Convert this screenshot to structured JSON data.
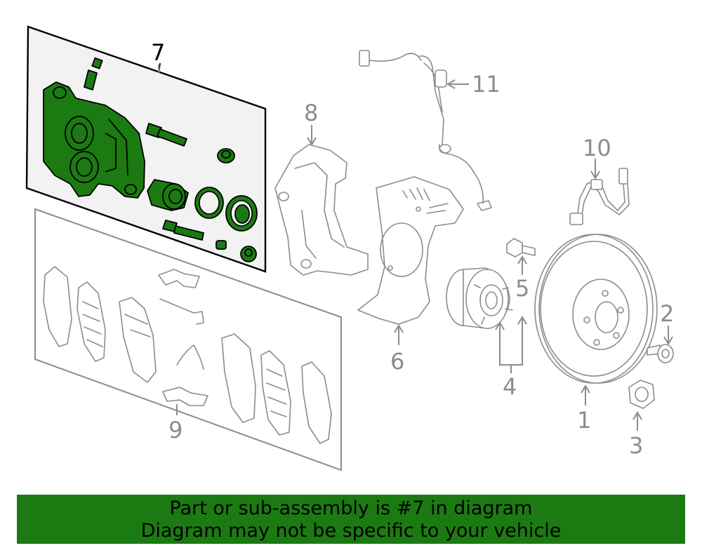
{
  "diagram": {
    "callouts": [
      {
        "id": "1",
        "label": "1"
      },
      {
        "id": "2",
        "label": "2"
      },
      {
        "id": "3",
        "label": "3"
      },
      {
        "id": "4",
        "label": "4"
      },
      {
        "id": "5",
        "label": "5"
      },
      {
        "id": "6",
        "label": "6"
      },
      {
        "id": "7",
        "label": "7"
      },
      {
        "id": "8",
        "label": "8"
      },
      {
        "id": "9",
        "label": "9"
      },
      {
        "id": "10",
        "label": "10"
      },
      {
        "id": "11",
        "label": "11"
      }
    ],
    "highlighted_part": "7",
    "highlight_color": "#1c7a12",
    "line_color": "#8c8c8c",
    "icons": [
      "brake-caliper-assembly",
      "pad-kit",
      "caliper-bracket",
      "dust-shield",
      "wheel-hub",
      "hub-bolt",
      "brake-rotor",
      "rotor-screw",
      "axle-nut",
      "brake-hose",
      "abs-sensor"
    ]
  },
  "banner": {
    "line1": "Part or sub-assembly is #7 in diagram",
    "line2": "Diagram may not be specific to your vehicle",
    "background": "#1c7a12"
  }
}
